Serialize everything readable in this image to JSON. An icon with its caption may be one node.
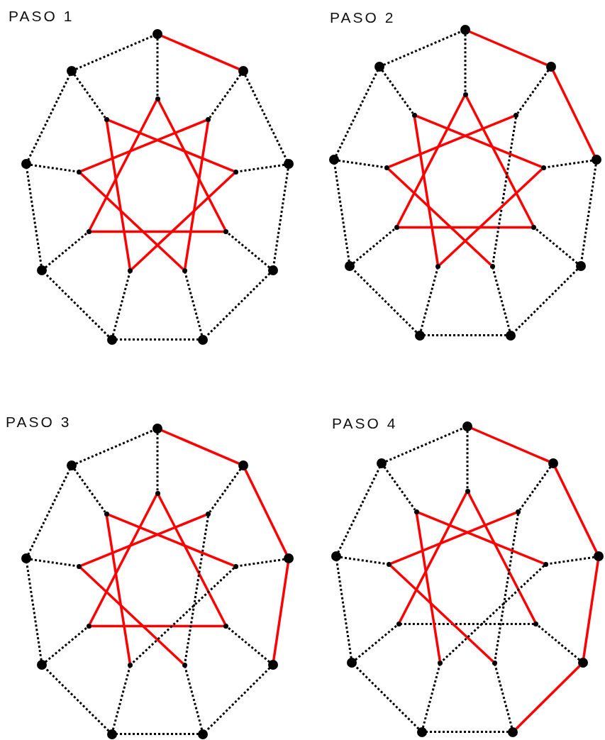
{
  "diagram": {
    "nodes": [
      {
        "text": [],
        "shape": "circle"
      },
      {
        "text": [],
        "shape": "circle"
      },
      {
        "text": [],
        "shape": "circle"
      },
      {
        "text": [],
        "shape": "circle"
      },
      {
        "text": [],
        "shape": "circle"
      },
      {
        "text": [],
        "shape": "circle"
      },
      {
        "text": [],
        "shape": "circle"
      },
      {
        "text": [],
        "shape": "circle"
      },
      {
        "text": [],
        "shape": "circle"
      },
      {
        "text": [],
        "shape": "circle"
      },
      {
        "text": [],
        "shape": "circle"
      },
      {
        "text": [],
        "shape": "circle"
      },
      {
        "text": [],
        "shape": "circle"
      },
      {
        "text": [],
        "shape": "circle"
      },
      {
        "text": [],
        "shape": "circle"
      },
      {
        "text": [],
        "shape": "circle"
      },
      {
        "text": [],
        "shape": "circle"
      },
      {
        "text": [],
        "shape": "circle"
      },
      {
        "text": [],
        "shape": "circle"
      },
      {
        "text": [],
        "shape": "circle"
      },
      {
        "text": [],
        "shape": "circle"
      },
      {
        "text": [],
        "shape": "circle"
      },
      {
        "text": [],
        "shape": "circle"
      },
      {
        "text": [],
        "shape": "circle"
      },
      {
        "text": [],
        "shape": "circle"
      },
      {
        "text": [],
        "shape": "circle"
      },
      {
        "text": [],
        "shape": "circle"
      },
      {
        "text": [],
        "shape": "circle"
      },
      {
        "text": [],
        "shape": "circle"
      },
      {
        "text": [],
        "shape": "circle"
      },
      {
        "text": [],
        "shape": "circle"
      },
      {
        "text": [],
        "shape": "circle"
      },
      {
        "text": [],
        "shape": "circle"
      },
      {
        "text": [],
        "shape": "circle"
      },
      {
        "text": [],
        "shape": "circle"
      },
      {
        "text": [],
        "shape": "circle"
      },
      {
        "text": [],
        "shape": "circle"
      },
      {
        "text": [],
        "shape": "circle"
      },
      {
        "text": [],
        "shape": "circle"
      },
      {
        "text": [],
        "shape": "circle"
      },
      {
        "text": [],
        "shape": "circle"
      },
      {
        "text": [],
        "shape": "circle"
      },
      {
        "text": [],
        "shape": "circle"
      },
      {
        "text": [],
        "shape": "circle"
      },
      {
        "text": [],
        "shape": "circle"
      },
      {
        "text": [],
        "shape": "circle"
      },
      {
        "text": [],
        "shape": "circle"
      },
      {
        "text": [],
        "shape": "circle"
      },
      {
        "text": [],
        "shape": "circle"
      },
      {
        "text": [],
        "shape": "circle"
      },
      {
        "text": [],
        "shape": "circle"
      },
      {
        "text": [],
        "shape": "circle"
      },
      {
        "text": [],
        "shape": "circle"
      },
      {
        "text": [],
        "shape": "circle"
      },
      {
        "text": [],
        "shape": "circle"
      },
      {
        "text": [],
        "shape": "circle"
      },
      {
        "text": [],
        "shape": "circle"
      },
      {
        "text": [],
        "shape": "circle"
      },
      {
        "text": [],
        "shape": "circle"
      },
      {
        "text": [],
        "shape": "circle"
      },
      {
        "text": [],
        "shape": "circle"
      },
      {
        "text": [],
        "shape": "circle"
      },
      {
        "text": [],
        "shape": "circle"
      },
      {
        "text": [],
        "shape": "circle"
      },
      {
        "text": [],
        "shape": "circle"
      },
      {
        "text": [],
        "shape": "circle"
      },
      {
        "text": [],
        "shape": "circle"
      },
      {
        "text": [],
        "shape": "circle"
      },
      {
        "text": [],
        "shape": "circle"
      },
      {
        "text": [],
        "shape": "circle"
      },
      {
        "text": [],
        "shape": "circle"
      },
      {
        "text": [],
        "shape": "circle"
      }
    ],
    "edges": [
      {
        "from": 0,
        "to": 1,
        "arrow": "none",
        "color": "#ff0000"
      },
      {
        "from": 1,
        "to": 2,
        "arrow": "none",
        "style": "dashed"
      },
      {
        "from": 2,
        "to": 3,
        "arrow": "none",
        "style": "dashed"
      },
      {
        "from": 3,
        "to": 4,
        "arrow": "none",
        "style": "dashed"
      },
      {
        "from": 4,
        "to": 5,
        "arrow": "none",
        "style": "dashed"
      },
      {
        "from": 5,
        "to": 6,
        "arrow": "none",
        "style": "dashed"
      },
      {
        "from": 6,
        "to": 7,
        "arrow": "none",
        "style": "dashed"
      },
      {
        "from": 7,
        "to": 8,
        "arrow": "none",
        "style": "dashed"
      },
      {
        "from": 8,
        "to": 0,
        "arrow": "none",
        "style": "dashed"
      },
      {
        "from": 0,
        "to": 9,
        "arrow": "none",
        "style": "dashed"
      },
      {
        "from": 1,
        "to": 10,
        "arrow": "none",
        "style": "dashed"
      },
      {
        "from": 2,
        "to": 11,
        "arrow": "none",
        "style": "dashed"
      },
      {
        "from": 3,
        "to": 12,
        "arrow": "none",
        "style": "dashed"
      },
      {
        "from": 4,
        "to": 13,
        "arrow": "none",
        "style": "dashed"
      },
      {
        "from": 5,
        "to": 14,
        "arrow": "none",
        "style": "dashed"
      },
      {
        "from": 6,
        "to": 15,
        "arrow": "none",
        "style": "dashed"
      },
      {
        "from": 7,
        "to": 16,
        "arrow": "none",
        "style": "dashed"
      },
      {
        "from": 8,
        "to": 17,
        "arrow": "none",
        "style": "dashed"
      },
      {
        "from": 9,
        "to": 12,
        "arrow": "none",
        "color": "#ff0000"
      },
      {
        "from": 12,
        "to": 15,
        "arrow": "none",
        "color": "#ff0000"
      },
      {
        "from": 15,
        "to": 9,
        "arrow": "none",
        "color": "#ff0000"
      },
      {
        "from": 10,
        "to": 13,
        "arrow": "none",
        "color": "#ff0000"
      },
      {
        "from": 13,
        "to": 16,
        "arrow": "none",
        "color": "#ff0000"
      },
      {
        "from": 16,
        "to": 10,
        "arrow": "none",
        "color": "#ff0000"
      },
      {
        "from": 11,
        "to": 14,
        "arrow": "none",
        "color": "#ff0000"
      },
      {
        "from": 14,
        "to": 17,
        "arrow": "none",
        "color": "#ff0000"
      },
      {
        "from": 17,
        "to": 11,
        "arrow": "none",
        "color": "#ff0000"
      },
      {
        "from": 18,
        "to": 19,
        "arrow": "none",
        "color": "#ff0000"
      },
      {
        "from": 19,
        "to": 20,
        "arrow": "none",
        "color": "#ff0000"
      },
      {
        "from": 20,
        "to": 21,
        "arrow": "none",
        "style": "dashed"
      },
      {
        "from": 21,
        "to": 22,
        "arrow": "none",
        "style": "dashed"
      },
      {
        "from": 22,
        "to": 23,
        "arrow": "none",
        "style": "dashed"
      },
      {
        "from": 23,
        "to": 24,
        "arrow": "none",
        "style": "dashed"
      },
      {
        "from": 24,
        "to": 25,
        "arrow": "none",
        "style": "dashed"
      },
      {
        "from": 25,
        "to": 26,
        "arrow": "none",
        "style": "dashed"
      },
      {
        "from": 26,
        "to": 18,
        "arrow": "none",
        "style": "dashed"
      },
      {
        "from": 18,
        "to": 27,
        "arrow": "none",
        "style": "dashed"
      },
      {
        "from": 19,
        "to": 28,
        "arrow": "none",
        "style": "dashed"
      },
      {
        "from": 20,
        "to": 29,
        "arrow": "none",
        "style": "dashed"
      },
      {
        "from": 21,
        "to": 30,
        "arrow": "none",
        "style": "dashed"
      },
      {
        "from": 22,
        "to": 31,
        "arrow": "none",
        "style": "dashed"
      },
      {
        "from": 23,
        "to": 32,
        "arrow": "none",
        "style": "dashed"
      },
      {
        "from": 24,
        "to": 33,
        "arrow": "none",
        "style": "dashed"
      },
      {
        "from": 25,
        "to": 34,
        "arrow": "none",
        "style": "dashed"
      },
      {
        "from": 26,
        "to": 35,
        "arrow": "none",
        "style": "dashed"
      },
      {
        "from": 27,
        "to": 30,
        "arrow": "none",
        "color": "#ff0000"
      },
      {
        "from": 30,
        "to": 33,
        "arrow": "none",
        "color": "#ff0000"
      },
      {
        "from": 33,
        "to": 27,
        "arrow": "none",
        "color": "#ff0000"
      },
      {
        "from": 28,
        "to": 31,
        "arrow": "none",
        "style": "dashed"
      },
      {
        "from": 31,
        "to": 34,
        "arrow": "none",
        "color": "#ff0000"
      },
      {
        "from": 34,
        "to": 28,
        "arrow": "none",
        "color": "#ff0000"
      },
      {
        "from": 29,
        "to": 32,
        "arrow": "none",
        "color": "#ff0000"
      },
      {
        "from": 32,
        "to": 35,
        "arrow": "none",
        "color": "#ff0000"
      },
      {
        "from": 35,
        "to": 29,
        "arrow": "none",
        "color": "#ff0000"
      },
      {
        "from": 36,
        "to": 37,
        "arrow": "none",
        "color": "#ff0000"
      },
      {
        "from": 37,
        "to": 38,
        "arrow": "none",
        "color": "#ff0000"
      },
      {
        "from": 38,
        "to": 39,
        "arrow": "none",
        "color": "#ff0000"
      },
      {
        "from": 39,
        "to": 40,
        "arrow": "none",
        "style": "dashed"
      },
      {
        "from": 40,
        "to": 41,
        "arrow": "none",
        "style": "dashed"
      },
      {
        "from": 41,
        "to": 42,
        "arrow": "none",
        "style": "dashed"
      },
      {
        "from": 42,
        "to": 43,
        "arrow": "none",
        "style": "dashed"
      },
      {
        "from": 43,
        "to": 44,
        "arrow": "none",
        "style": "dashed"
      },
      {
        "from": 44,
        "to": 36,
        "arrow": "none",
        "style": "dashed"
      },
      {
        "from": 36,
        "to": 45,
        "arrow": "none",
        "style": "dashed"
      },
      {
        "from": 37,
        "to": 46,
        "arrow": "none",
        "style": "dashed"
      },
      {
        "from": 38,
        "to": 47,
        "arrow": "none",
        "style": "dashed"
      },
      {
        "from": 39,
        "to": 48,
        "arrow": "none",
        "style": "dashed"
      },
      {
        "from": 40,
        "to": 49,
        "arrow": "none",
        "style": "dashed"
      },
      {
        "from": 41,
        "to": 50,
        "arrow": "none",
        "style": "dashed"
      },
      {
        "from": 42,
        "to": 51,
        "arrow": "none",
        "style": "dashed"
      },
      {
        "from": 43,
        "to": 52,
        "arrow": "none",
        "style": "dashed"
      },
      {
        "from": 44,
        "to": 53,
        "arrow": "none",
        "style": "dashed"
      },
      {
        "from": 45,
        "to": 48,
        "arrow": "none",
        "color": "#ff0000"
      },
      {
        "from": 48,
        "to": 51,
        "arrow": "none",
        "color": "#ff0000"
      },
      {
        "from": 51,
        "to": 45,
        "arrow": "none",
        "color": "#ff0000"
      },
      {
        "from": 46,
        "to": 49,
        "arrow": "none",
        "style": "dashed"
      },
      {
        "from": 49,
        "to": 52,
        "arrow": "none",
        "color": "#ff0000"
      },
      {
        "from": 52,
        "to": 46,
        "arrow": "none",
        "color": "#ff0000"
      },
      {
        "from": 47,
        "to": 50,
        "arrow": "none",
        "style": "dashed"
      },
      {
        "from": 50,
        "to": 53,
        "arrow": "none",
        "color": "#ff0000"
      },
      {
        "from": 53,
        "to": 47,
        "arrow": "none",
        "color": "#ff0000"
      },
      {
        "from": 54,
        "to": 55,
        "arrow": "none",
        "color": "#ff0000"
      },
      {
        "from": 55,
        "to": 56,
        "arrow": "none",
        "color": "#ff0000"
      },
      {
        "from": 56,
        "to": 57,
        "arrow": "none",
        "color": "#ff0000"
      },
      {
        "from": 57,
        "to": 58,
        "arrow": "none",
        "color": "#ff0000"
      },
      {
        "from": 58,
        "to": 59,
        "arrow": "none",
        "style": "dashed"
      },
      {
        "from": 59,
        "to": 60,
        "arrow": "none",
        "style": "dashed"
      },
      {
        "from": 60,
        "to": 61,
        "arrow": "none",
        "style": "dashed"
      },
      {
        "from": 61,
        "to": 62,
        "arrow": "none",
        "style": "dashed"
      },
      {
        "from": 62,
        "to": 54,
        "arrow": "none",
        "style": "dashed"
      },
      {
        "from": 54,
        "to": 63,
        "arrow": "none",
        "style": "dashed"
      },
      {
        "from": 55,
        "to": 64,
        "arrow": "none",
        "style": "dashed"
      },
      {
        "from": 56,
        "to": 65,
        "arrow": "none",
        "style": "dashed"
      },
      {
        "from": 57,
        "to": 66,
        "arrow": "none",
        "style": "dashed"
      },
      {
        "from": 58,
        "to": 67,
        "arrow": "none",
        "style": "dashed"
      },
      {
        "from": 59,
        "to": 68,
        "arrow": "none",
        "style": "dashed"
      },
      {
        "from": 60,
        "to": 69,
        "arrow": "none",
        "style": "dashed"
      },
      {
        "from": 61,
        "to": 70,
        "arrow": "none",
        "style": "dashed"
      },
      {
        "from": 62,
        "to": 71,
        "arrow": "none",
        "style": "dashed"
      },
      {
        "from": 63,
        "to": 66,
        "arrow": "none",
        "color": "#ff0000"
      },
      {
        "from": 66,
        "to": 69,
        "arrow": "none",
        "style": "dashed"
      },
      {
        "from": 69,
        "to": 63,
        "arrow": "none",
        "color": "#ff0000"
      },
      {
        "from": 64,
        "to": 67,
        "arrow": "none",
        "style": "dashed"
      },
      {
        "from": 67,
        "to": 70,
        "arrow": "none",
        "color": "#ff0000"
      },
      {
        "from": 70,
        "to": 64,
        "arrow": "none",
        "color": "#ff0000"
      },
      {
        "from": 65,
        "to": 68,
        "arrow": "none",
        "style": "dashed"
      },
      {
        "from": 68,
        "to": 71,
        "arrow": "none",
        "color": "#ff0000"
      },
      {
        "from": 71,
        "to": 65,
        "arrow": "none",
        "color": "#ff0000"
      }
    ],
    "labels": [
      "PASO 1",
      "PASO 2",
      "PASO 3",
      "PASO 4"
    ]
  }
}
